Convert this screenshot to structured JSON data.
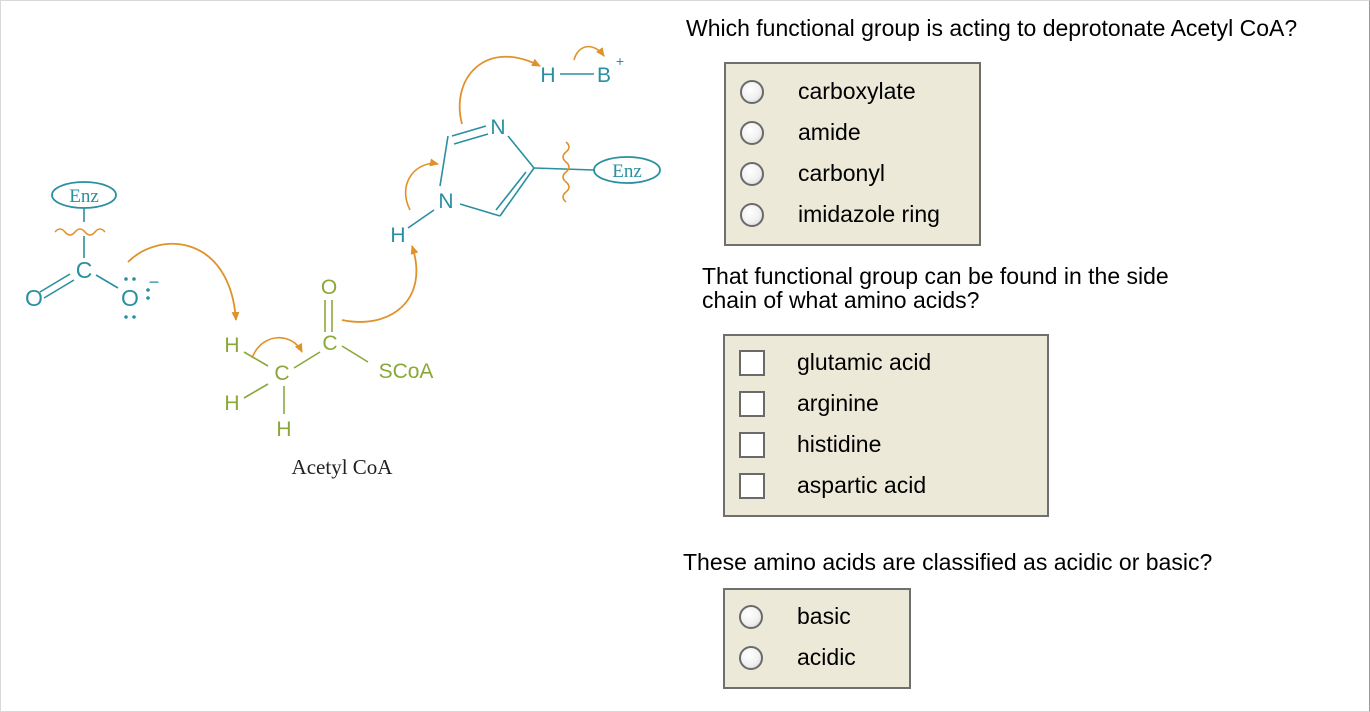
{
  "diagram": {
    "labels": {
      "enz_left": "Enz",
      "enz_right": "Enz",
      "carboxylate_c": "C",
      "carboxylate_o_left": "O",
      "carboxylate_o_right": "O",
      "minus": "−",
      "lone_pair": ":",
      "carbonyl_o": "O",
      "carbonyl_c": "C",
      "scoa": "SCoA",
      "methyl_c": "C",
      "h_top": "H",
      "h_left": "H",
      "h_bottom": "H",
      "imid_n_top": "N",
      "imid_n_bottom": "N",
      "imid_h": "H",
      "hb_h": "H",
      "hb_b": "B",
      "plus": "+",
      "caption": "Acetyl CoA"
    },
    "colors": {
      "enzyme": "#2a8fa0",
      "acetyl": "#8aa83a",
      "arrow": "#e0922a"
    }
  },
  "questions": [
    {
      "text": "Which functional group is acting to deprotonate Acetyl CoA?",
      "input_type": "radio",
      "options": [
        "carboxylate",
        "amide",
        "carbonyl",
        "imidazole ring"
      ]
    },
    {
      "text_line1": "That functional group can be found in the side",
      "text_line2": "chain of what amino acids?",
      "input_type": "checkbox",
      "options": [
        "glutamic acid",
        "arginine",
        "histidine",
        "aspartic acid"
      ]
    },
    {
      "text": "These amino acids are classified as acidic or basic?",
      "input_type": "radio",
      "options": [
        "basic",
        "acidic"
      ]
    }
  ]
}
